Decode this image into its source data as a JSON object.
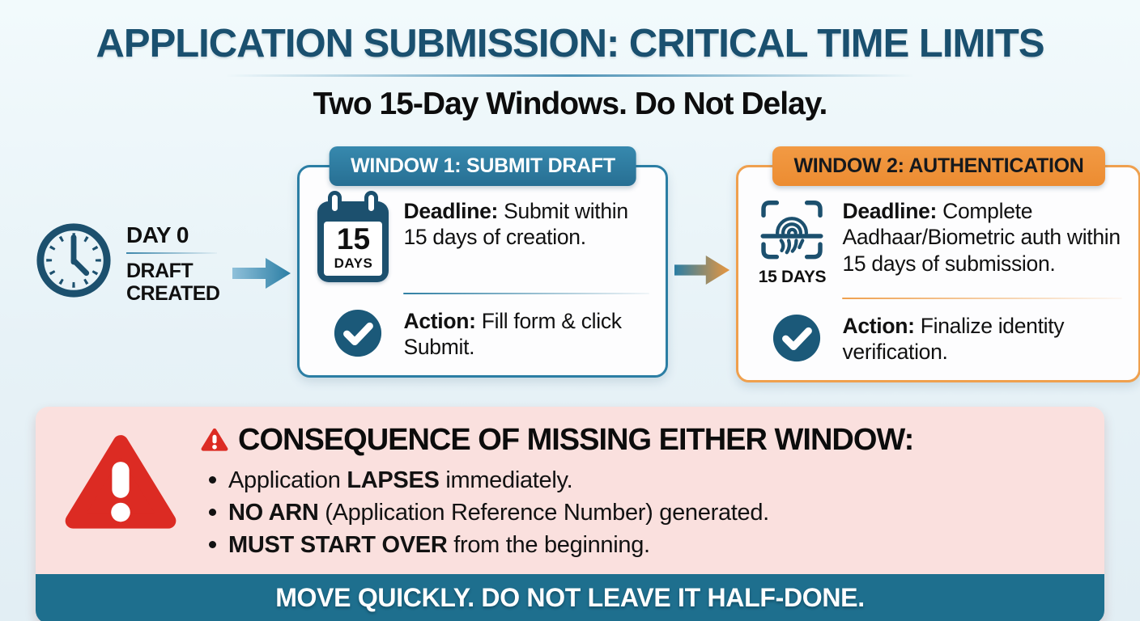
{
  "header": {
    "title": "APPLICATION SUBMISSION: CRITICAL TIME LIMITS",
    "subtitle": "Two 15-Day Windows. Do Not Delay."
  },
  "timeline": {
    "start": {
      "day": "DAY 0",
      "event_line1": "DRAFT",
      "event_line2": "CREATED"
    },
    "window1": {
      "header": "WINDOW 1: SUBMIT DRAFT",
      "calendar_number": "15",
      "calendar_unit": "DAYS",
      "deadline_label": "Deadline:",
      "deadline_text": " Submit within 15 days of creation.",
      "action_label": "Action:",
      "action_text": " Fill form & click Submit."
    },
    "window2": {
      "header": "WINDOW 2: AUTHENTICATION",
      "duration_label": "15 DAYS",
      "deadline_label": "Deadline:",
      "deadline_text": " Complete Aadhaar/Biometric auth within 15 days of submission.",
      "action_label": "Action:",
      "action_text": " Finalize identity verification."
    }
  },
  "warning": {
    "heading": "CONSEQUENCE OF MISSING EITHER WINDOW:",
    "bullets": [
      {
        "pre": "Application ",
        "bold": "LAPSES",
        "post": " immediately."
      },
      {
        "pre": "",
        "bold": "NO ARN",
        "post": " (Application Reference Number) generated."
      },
      {
        "pre": "",
        "bold": "MUST START OVER",
        "post": " from the beginning."
      }
    ],
    "footer": "MOVE QUICKLY. DO NOT LEAVE IT HALF-DONE."
  },
  "icons": {
    "clock": "clock-icon",
    "calendar": "calendar-icon",
    "fingerprint": "fingerprint-scan-icon",
    "checkmark": "check-circle-icon",
    "arrow_right": "arrow-right-icon",
    "warning_triangle": "warning-triangle-icon"
  },
  "colors": {
    "background": "#e7f2f7",
    "title_blue": "#1a506f",
    "window1_blue": "#2b7ea4",
    "window2_orange": "#ec8c31",
    "icon_navy": "#1c506e",
    "warning_bg": "#fae0de",
    "warning_red": "#dc2b23",
    "footer_teal": "#1e6f8e",
    "text_dark": "#111111"
  }
}
